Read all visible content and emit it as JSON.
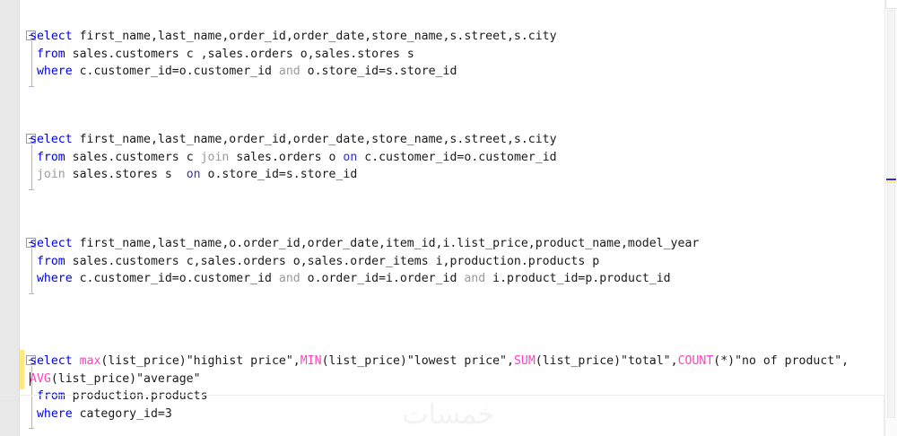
{
  "editor": {
    "name": "sql-query-editor",
    "language": "SQL",
    "colors": {
      "background": "#ffffff",
      "gutter": "#e8e8e8",
      "keyword": "#0000e0",
      "keyword_on": "#3030c0",
      "dim_keyword": "#9a9a9a",
      "function": "#ff40c0",
      "text": "#1a1a1a",
      "change_bar": "#ffe97f",
      "watermark": "#f2f2f2"
    },
    "cursor": {
      "line": 22,
      "column": 2,
      "before_token": "AVG"
    }
  },
  "watermark": {
    "text": "خمسات"
  },
  "scrollbar": {
    "name": "vertical-scrollbar",
    "marker_colors": [
      "#3030c0",
      "#ffe97f"
    ]
  },
  "blocks": [
    {
      "id": "query-1",
      "collapsible": true,
      "collapsed": false,
      "lines": [
        [
          {
            "t": "select",
            "c": "kw"
          },
          {
            "t": " first_name,last_name,order_id,order_date,store_name,s.street,s.city",
            "c": "plain"
          }
        ],
        [
          {
            "t": " ",
            "c": "plain"
          },
          {
            "t": "from",
            "c": "kw"
          },
          {
            "t": " sales.customers c ,sales.orders o,sales.stores s",
            "c": "plain"
          }
        ],
        [
          {
            "t": " ",
            "c": "plain"
          },
          {
            "t": "where",
            "c": "kw"
          },
          {
            "t": " c.customer_id=o.customer_id ",
            "c": "plain"
          },
          {
            "t": "and",
            "c": "dim"
          },
          {
            "t": " o.store_id=s.store_id",
            "c": "plain"
          }
        ]
      ]
    },
    {
      "id": "query-2",
      "collapsible": true,
      "collapsed": false,
      "lines": [
        [
          {
            "t": "select",
            "c": "kw"
          },
          {
            "t": " first_name,last_name,order_id,order_date,store_name,s.street,s.city",
            "c": "plain"
          }
        ],
        [
          {
            "t": " ",
            "c": "plain"
          },
          {
            "t": "from",
            "c": "kw"
          },
          {
            "t": " sales.customers c ",
            "c": "plain"
          },
          {
            "t": "join",
            "c": "dim"
          },
          {
            "t": " sales.orders o ",
            "c": "plain"
          },
          {
            "t": "on",
            "c": "kw2"
          },
          {
            "t": " c.customer_id=o.customer_id",
            "c": "plain"
          }
        ],
        [
          {
            "t": " ",
            "c": "plain"
          },
          {
            "t": "join",
            "c": "dim"
          },
          {
            "t": " sales.stores s  ",
            "c": "plain"
          },
          {
            "t": "on",
            "c": "kw2"
          },
          {
            "t": " o.store_id=s.store_id",
            "c": "plain"
          }
        ]
      ]
    },
    {
      "id": "query-3",
      "collapsible": true,
      "collapsed": false,
      "lines": [
        [
          {
            "t": "select",
            "c": "kw"
          },
          {
            "t": " first_name,last_name,o.order_id,order_date,item_id,i.list_price,product_name,model_year",
            "c": "plain"
          }
        ],
        [
          {
            "t": " ",
            "c": "plain"
          },
          {
            "t": "from",
            "c": "kw"
          },
          {
            "t": " sales.customers c,sales.orders o,sales.order_items i,production.products p",
            "c": "plain"
          }
        ],
        [
          {
            "t": " ",
            "c": "plain"
          },
          {
            "t": "where",
            "c": "kw"
          },
          {
            "t": " c.customer_id=o.customer_id ",
            "c": "plain"
          },
          {
            "t": "and",
            "c": "dim"
          },
          {
            "t": " o.order_id=i.order_id ",
            "c": "plain"
          },
          {
            "t": "and",
            "c": "dim"
          },
          {
            "t": " i.product_id=p.product_id",
            "c": "plain"
          }
        ]
      ]
    },
    {
      "id": "query-4",
      "collapsible": true,
      "collapsed": false,
      "modified": true,
      "lines": [
        [
          {
            "t": "select",
            "c": "kw"
          },
          {
            "t": " ",
            "c": "plain"
          },
          {
            "t": "max",
            "c": "fn"
          },
          {
            "t": "(list_price)\"highist price\",",
            "c": "plain"
          },
          {
            "t": "MIN",
            "c": "fn"
          },
          {
            "t": "(list_price)\"lowest price\",",
            "c": "plain"
          },
          {
            "t": "SUM",
            "c": "fn"
          },
          {
            "t": "(list_price)\"total\",",
            "c": "plain"
          },
          {
            "t": "COUNT",
            "c": "fn"
          },
          {
            "t": "(*)\"no of product\",",
            "c": "plain"
          }
        ],
        [
          {
            "t": "AVG",
            "c": "fn"
          },
          {
            "t": "(list_price)\"average\"",
            "c": "plain"
          }
        ],
        [
          {
            "t": " ",
            "c": "plain"
          },
          {
            "t": "from",
            "c": "kw"
          },
          {
            "t": " production.products",
            "c": "plain"
          }
        ],
        [
          {
            "t": " ",
            "c": "plain"
          },
          {
            "t": "where",
            "c": "kw"
          },
          {
            "t": " category_id=3",
            "c": "plain"
          }
        ]
      ]
    }
  ],
  "layout": {
    "block_tops": [
      31,
      146,
      262,
      393
    ],
    "line_height": 19.5
  }
}
